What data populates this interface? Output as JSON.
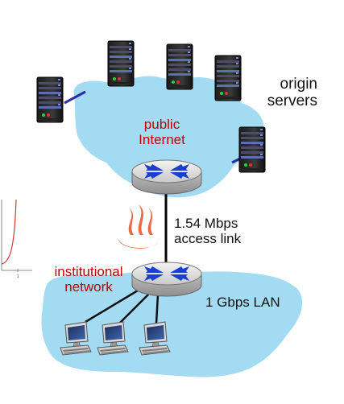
{
  "labels": {
    "origin_line1": "origin",
    "origin_line2": "servers",
    "public_line1": "public",
    "public_line2": "Internet",
    "access_line1": "1.54 Mbps",
    "access_line2": "access link",
    "inst_line1": "institutional",
    "inst_line2": "network",
    "lan": "1 Gbps LAN",
    "mini_axis_tick": "1"
  },
  "colors": {
    "cloud": "#a3dcf2",
    "label_red": "#c00000",
    "router_blue": "#1a3fd0",
    "link": "#000000",
    "server_link": "#2c2ca8",
    "flame": "#e0603a"
  },
  "icons": {
    "server": "server-tower-icon",
    "router": "router-icon",
    "workstation": "desktop-computer-icon",
    "congestion": "heat-wave-icon"
  }
}
